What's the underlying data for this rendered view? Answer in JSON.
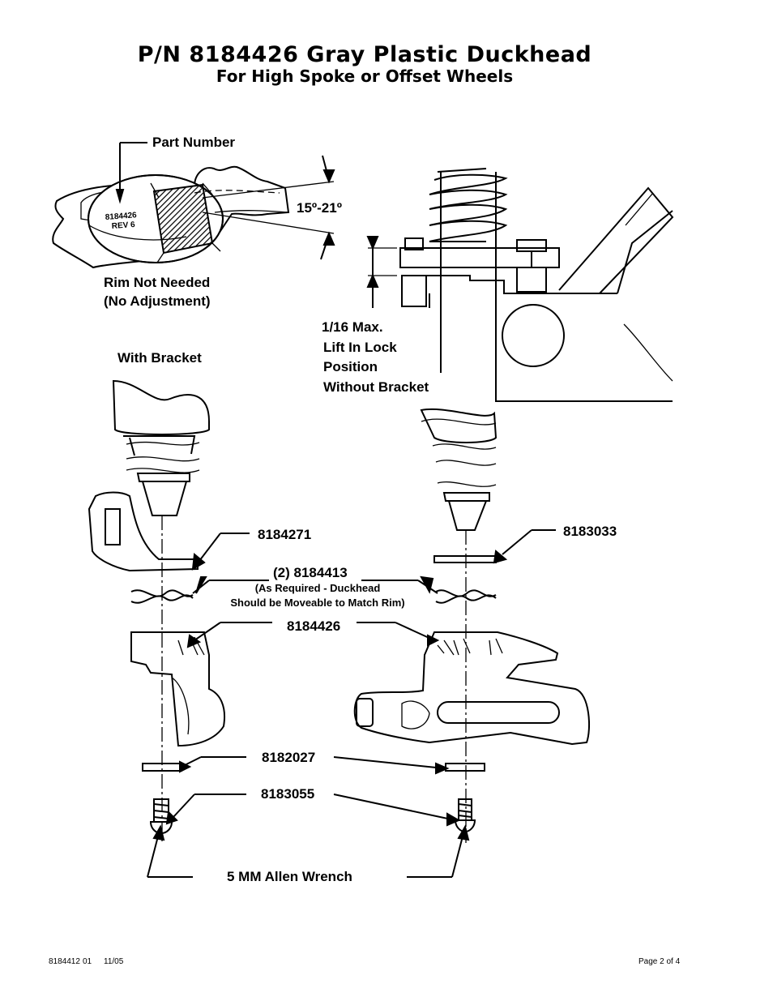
{
  "header": {
    "title": "P/N 8184426 Gray Plastic Duckhead",
    "subtitle": "For High Spoke or Offset Wheels"
  },
  "callouts": {
    "part_number": "Part Number",
    "angle": "15º-21º",
    "rim_not_needed_1": "Rim Not Needed",
    "rim_not_needed_2": "(No Adjustment)",
    "lift_1": "1/16 Max.",
    "lift_2": "Lift In Lock",
    "lift_3": "Position",
    "lift_4": "Without Bracket",
    "with_bracket": "With Bracket",
    "part_8184271": "8184271",
    "part_8183033": "8183033",
    "washers": "(2) 8184413",
    "washers_note_1": "(As Required - Duckhead",
    "washers_note_2": "Should be Moveable to Match Rim)",
    "part_8184426": "8184426",
    "part_8182027": "8182027",
    "part_8183055": "8183055",
    "allen_wrench": "5 MM Allen Wrench"
  },
  "duckhead_marking": {
    "line1": "8184426",
    "line2": "REV 6"
  },
  "footer": {
    "doc_number": "8184412",
    "revision": "01",
    "date": "11/05",
    "page": "Page 2 of 4"
  }
}
